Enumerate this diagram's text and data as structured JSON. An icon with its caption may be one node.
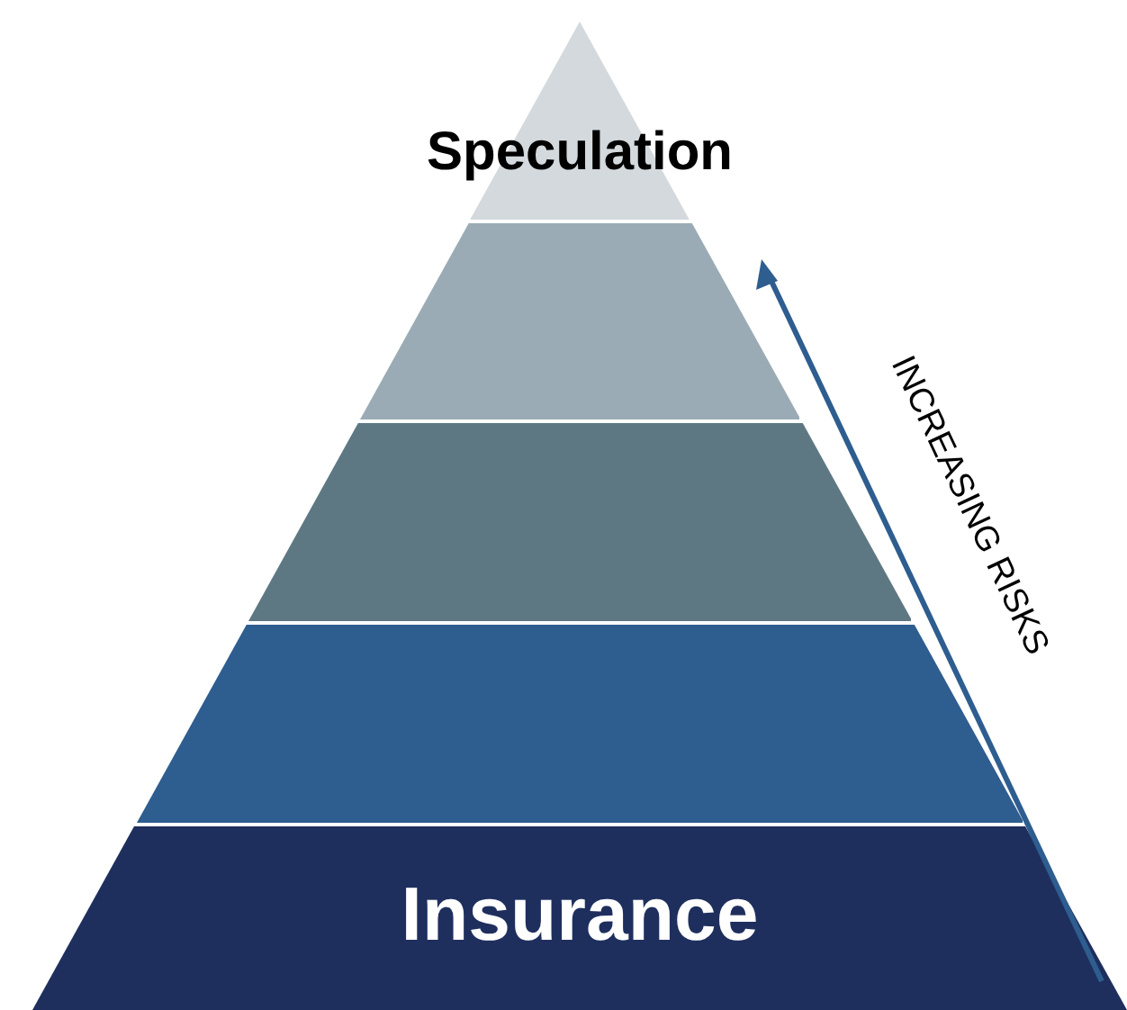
{
  "diagram": {
    "nodes": [
      {
        "text": [
          "Speculation"
        ]
      },
      {
        "text": [],
        "shape": "band"
      },
      {
        "text": [],
        "shape": "band"
      },
      {
        "text": [],
        "shape": "band"
      },
      {
        "text": [
          "Insurance"
        ]
      }
    ],
    "labels": [
      "INCREASING RISKS"
    ]
  }
}
